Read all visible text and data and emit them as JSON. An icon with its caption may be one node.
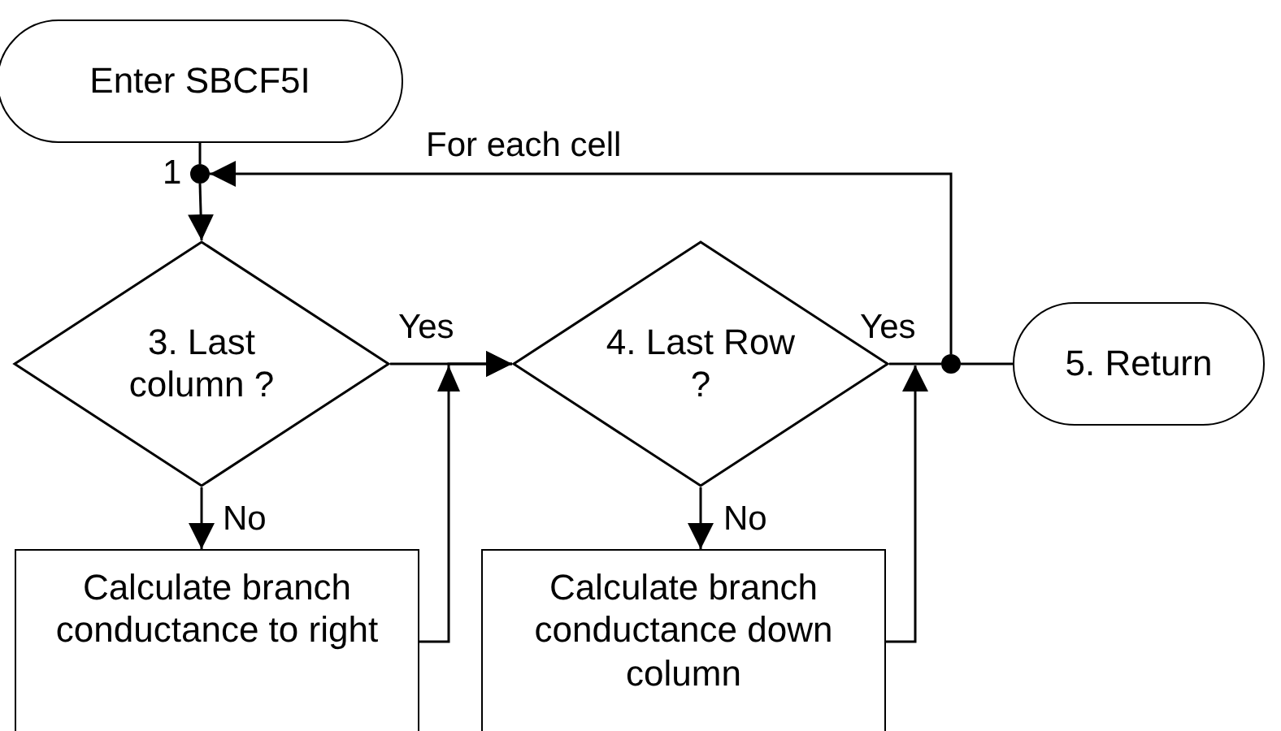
{
  "diagram": {
    "nodes": [
      {
        "text": [
          "Enter SBCF5I"
        ]
      },
      {
        "text": [],
        "shape": "circle",
        "beside": [
          "1"
        ]
      },
      {
        "text": [
          "3. Last column ?"
        ]
      },
      {
        "text": [
          "Calculate branch conductance to right"
        ]
      },
      {
        "text": [
          "4. Last Row ?"
        ]
      },
      {
        "text": [
          "Calculate branch conductance down column"
        ]
      },
      {
        "text": [],
        "shape": "circle"
      },
      {
        "text": [
          "5. Return"
        ]
      }
    ],
    "edges": [
      {
        "from": 0,
        "to": 1,
        "arrow": "none"
      },
      {
        "from": 1,
        "to": 2,
        "arrow": "to"
      },
      {
        "from": 2,
        "to": 3,
        "arrow": "to",
        "label": "No"
      },
      {
        "from": 2,
        "to": 4,
        "arrow": "to",
        "label": "Yes"
      },
      {
        "from": 3,
        "to": 4,
        "arrow": "to"
      },
      {
        "from": 4,
        "to": 5,
        "arrow": "to",
        "label": "No"
      },
      {
        "from": 4,
        "to": 6,
        "arrow": "none",
        "label": "Yes"
      },
      {
        "from": 5,
        "to": 6,
        "arrow": "to"
      },
      {
        "from": 6,
        "to": 7,
        "arrow": "none"
      },
      {
        "from": 6,
        "to": 1,
        "arrow": "to",
        "label": "For each cell"
      }
    ]
  }
}
